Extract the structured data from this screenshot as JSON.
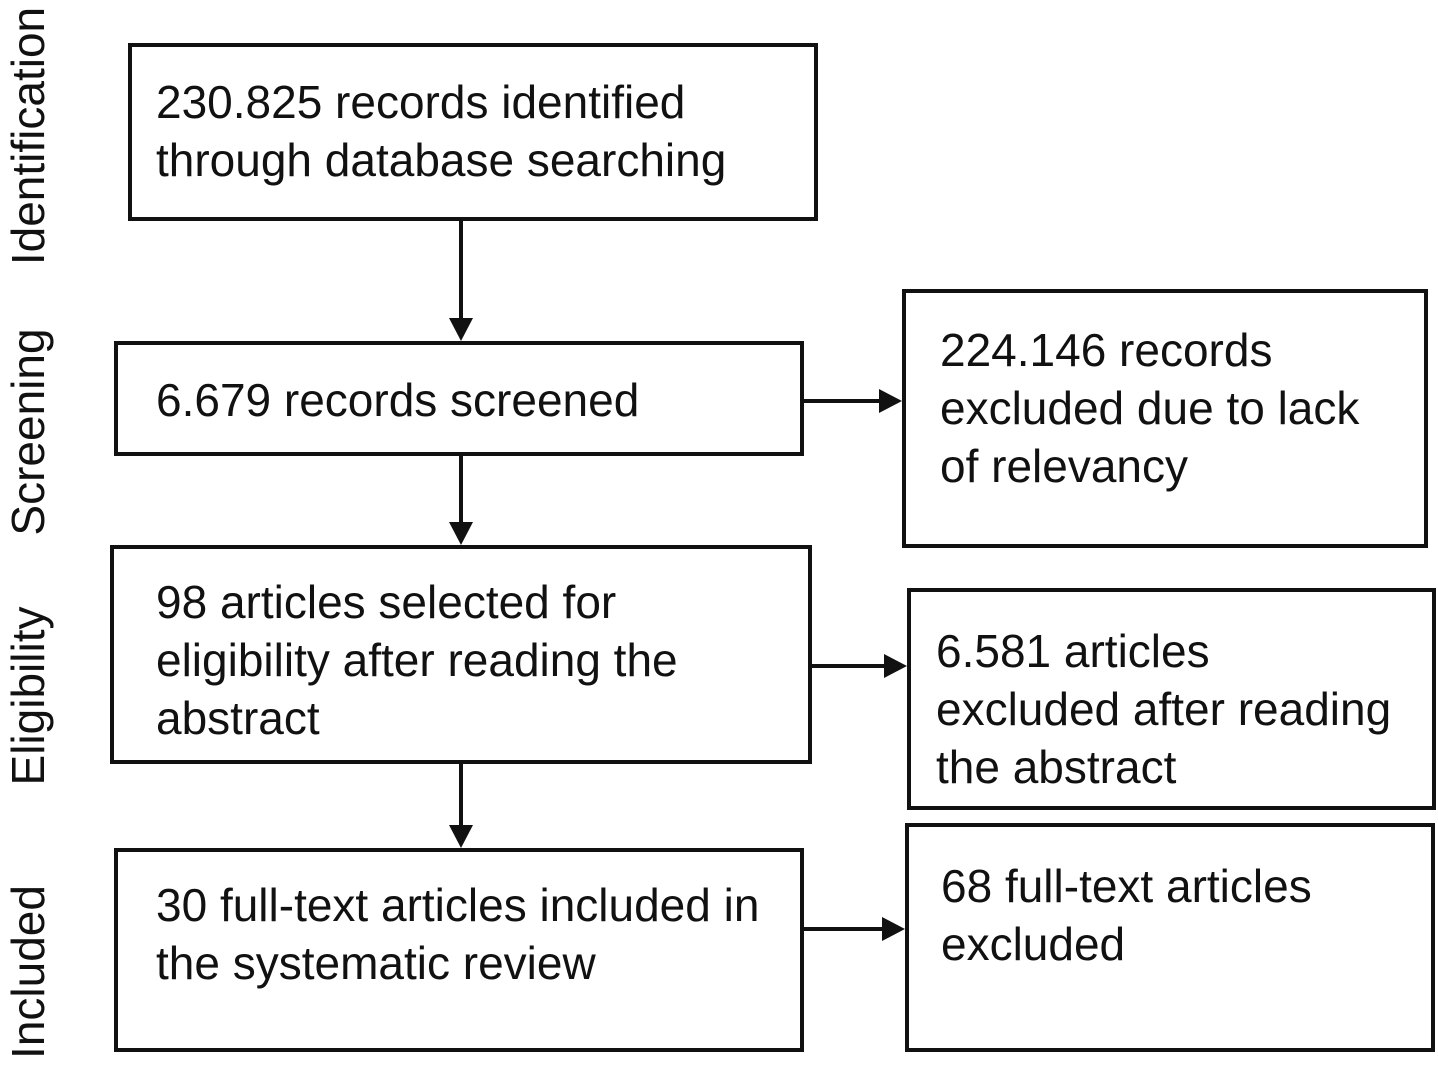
{
  "stages": [
    {
      "id": "identification",
      "label": "Identification"
    },
    {
      "id": "screening",
      "label": "Screening"
    },
    {
      "id": "eligibility",
      "label": "Eligibility"
    },
    {
      "id": "included",
      "label": "Included"
    }
  ],
  "main_boxes": {
    "identified": "230.825 records identified\nthrough database searching",
    "screened": "6.679 records screened",
    "eligibility": "98 articles selected for\neligibility after reading the\nabstract",
    "included": "30 full-text articles included in\nthe systematic review"
  },
  "exclusion_boxes": {
    "screening_excluded": "224.146 records\nexcluded due to lack\nof relevancy",
    "eligibility_excluded": "6.581 articles\nexcluded after  reading\nthe abstract",
    "fulltext_excluded": "68 full-text articles\nexcluded"
  }
}
